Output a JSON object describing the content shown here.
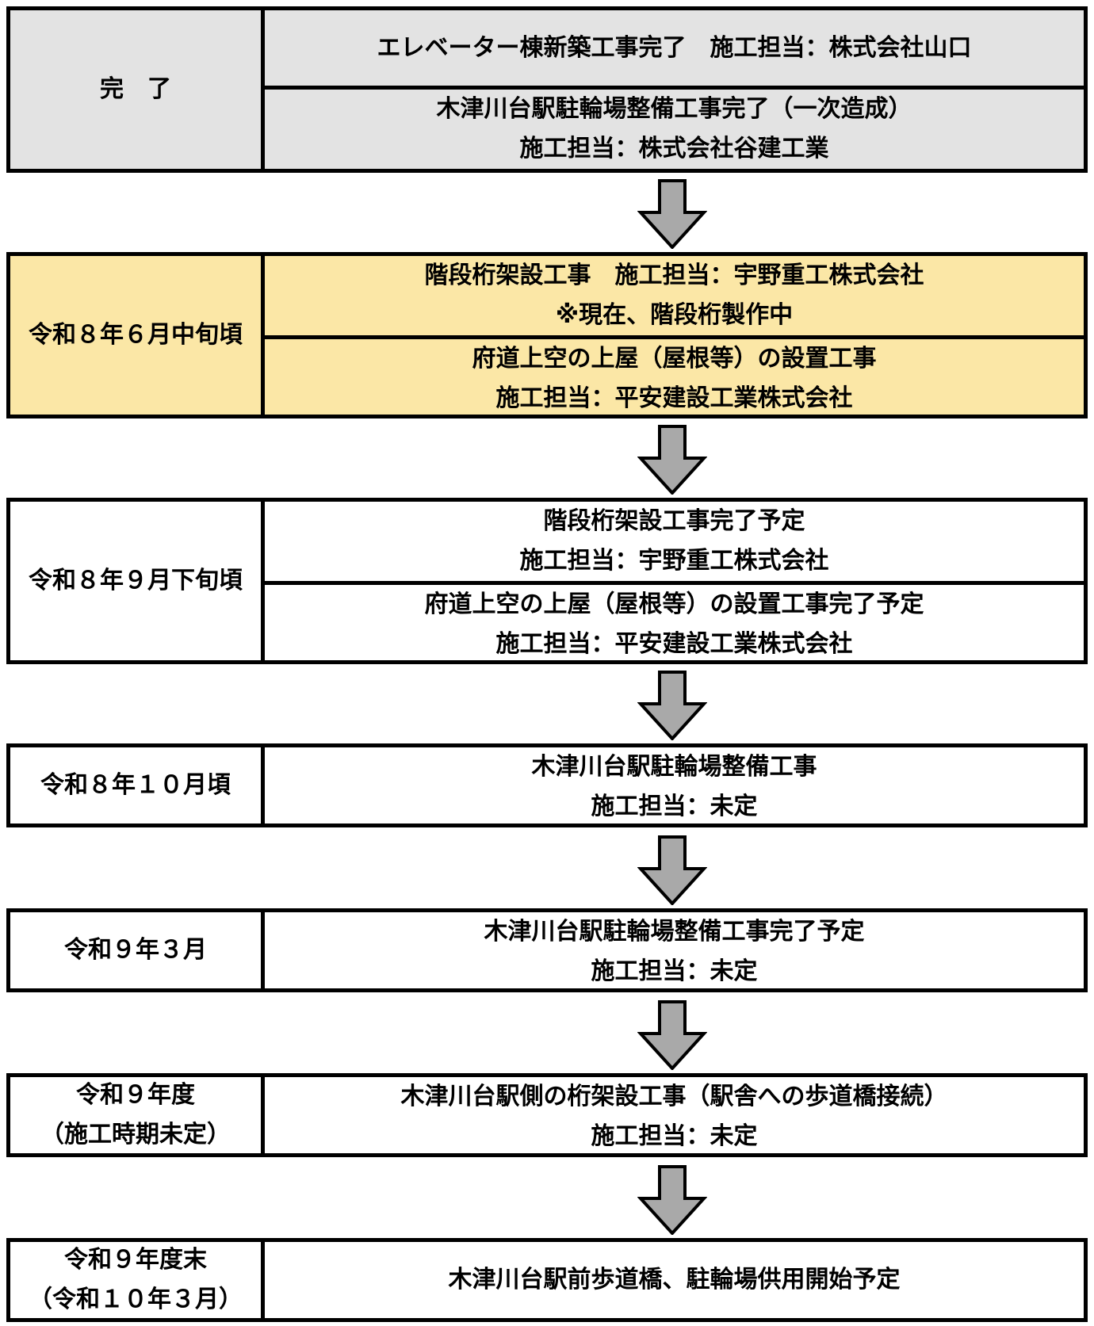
{
  "colors": {
    "completed_bg": "#e3e3e3",
    "current_bg": "#fbe7a6",
    "planned_bg": "#ffffff",
    "arrow_fill": "#a9a9a9",
    "border": "#000000"
  },
  "stages": [
    {
      "status": "completed",
      "period": [
        "完　了"
      ],
      "tasks": [
        [
          "エレベーター棟新築工事完了　施工担当：株式会社山口"
        ],
        [
          "木津川台駅駐輪場整備工事完了（一次造成）",
          "施工担当：株式会社谷建工業"
        ]
      ]
    },
    {
      "status": "current",
      "period": [
        "令和８年６月中旬頃"
      ],
      "tasks": [
        [
          "階段桁架設工事　施工担当：宇野重工株式会社",
          "※現在、階段桁製作中"
        ],
        [
          "府道上空の上屋（屋根等）の設置工事",
          "施工担当：平安建設工業株式会社"
        ]
      ]
    },
    {
      "status": "planned",
      "period": [
        "令和８年９月下旬頃"
      ],
      "tasks": [
        [
          "階段桁架設工事完了予定",
          "施工担当：宇野重工株式会社"
        ],
        [
          "府道上空の上屋（屋根等）の設置工事完了予定",
          "施工担当：平安建設工業株式会社"
        ]
      ]
    },
    {
      "status": "planned",
      "period": [
        "令和８年１０月頃"
      ],
      "tasks": [
        [
          "木津川台駅駐輪場整備工事",
          "施工担当：未定"
        ]
      ]
    },
    {
      "status": "planned",
      "period": [
        "令和９年３月"
      ],
      "tasks": [
        [
          "木津川台駅駐輪場整備工事完了予定",
          "施工担当：未定"
        ]
      ]
    },
    {
      "status": "planned",
      "period": [
        "令和９年度",
        "（施工時期未定）"
      ],
      "tasks": [
        [
          "木津川台駅側の桁架設工事（駅舎への歩道橋接続）",
          "施工担当：未定"
        ]
      ]
    },
    {
      "status": "planned",
      "period": [
        "令和９年度末",
        "（令和１０年３月）"
      ],
      "tasks": [
        [
          "木津川台駅前歩道橋、駐輪場供用開始予定"
        ]
      ]
    }
  ]
}
